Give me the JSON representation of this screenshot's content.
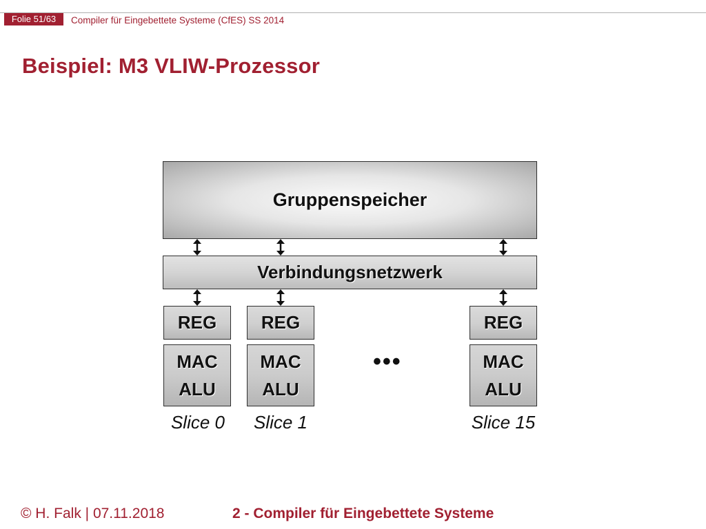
{
  "header": {
    "slide_number": "Folie 51/63",
    "course_title": "Compiler für Eingebettete Systeme (CfES) SS 2014",
    "slide_title": "Beispiel: M3 VLIW-Prozessor"
  },
  "diagram": {
    "memory_label": "Gruppenspeicher",
    "network_label": "Verbindungsnetzwerk",
    "slices": [
      {
        "reg_label": "REG",
        "unit_line1": "MAC",
        "unit_line2": "ALU",
        "name": "Slice 0"
      },
      {
        "reg_label": "REG",
        "unit_line1": "MAC",
        "unit_line2": "ALU",
        "name": "Slice 1"
      },
      {
        "reg_label": "REG",
        "unit_line1": "MAC",
        "unit_line2": "ALU",
        "name": "Slice 15"
      }
    ],
    "ellipsis": "•••"
  },
  "footer": {
    "author_date": "© H. Falk | 07.11.2018",
    "chapter": "2 - Compiler für Eingebettete Systeme"
  },
  "colors": {
    "accent": "#a12031",
    "box_border": "#2e2e2e"
  }
}
